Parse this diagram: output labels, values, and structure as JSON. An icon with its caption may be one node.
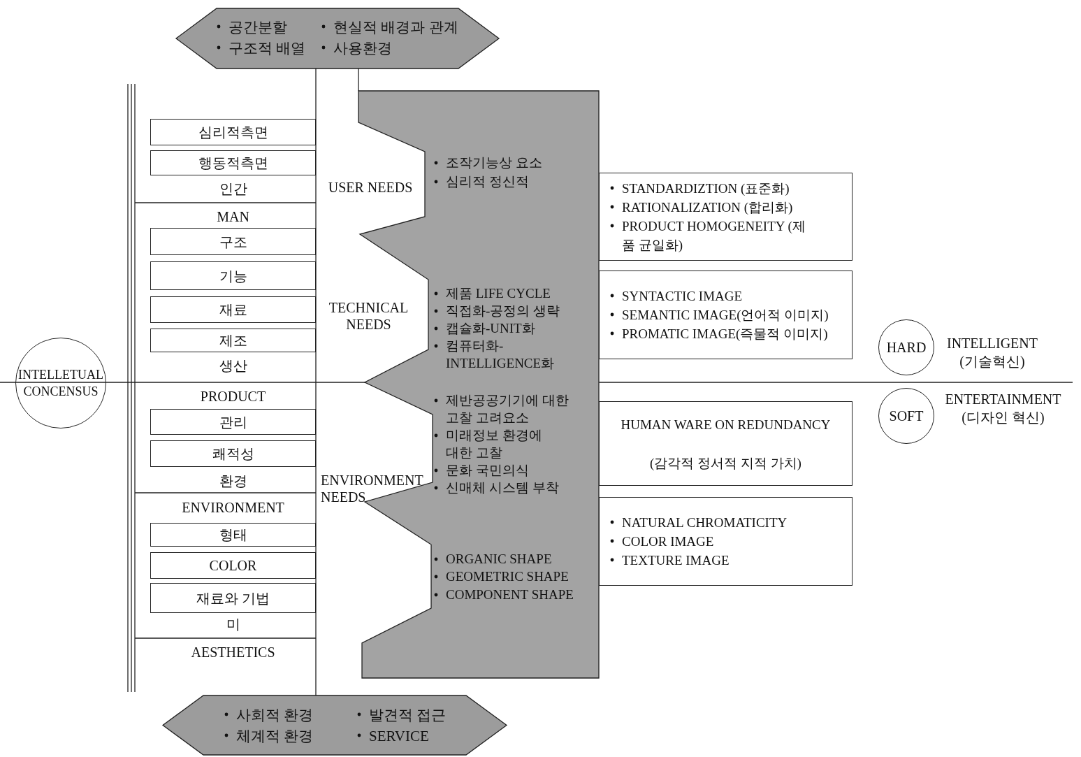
{
  "diagram": {
    "nodes": [
      {
        "text": [
          "공간분할",
          "현실적 배경과 관계",
          "구조적 배열",
          "사용환경"
        ]
      },
      {
        "text": [
          "심리적측면"
        ]
      },
      {
        "text": [
          "행동적측면"
        ]
      },
      {
        "text": [
          "구조"
        ]
      },
      {
        "text": [
          "기능"
        ]
      },
      {
        "text": [
          "재료"
        ]
      },
      {
        "text": [
          "제조"
        ]
      },
      {
        "text": [
          "관리"
        ]
      },
      {
        "text": [
          "쾌적성"
        ]
      },
      {
        "text": [
          "형태"
        ]
      },
      {
        "text": [
          "COLOR"
        ]
      },
      {
        "text": [
          "재료와 기법"
        ]
      },
      {
        "text": [
          "조작기능상 요소",
          "심리적 정신적",
          "제품 LIFE CYCLE",
          "직접화-공정의 생략",
          "캡슐화-UNIT화",
          "컴퓨터화- INTELLIGENCE화",
          "제반공공기기에 대한 고찰 고려요소",
          "미래정보 환경에 대한 고찰",
          "문화 국민의식",
          "신매체 시스템 부착",
          "ORGANIC SHAPE",
          "GEOMETRIC SHAPE",
          "COMPONENT SHAPE"
        ]
      },
      {
        "text": [
          "STANDARDIZTION (표준화)",
          "RATIONALIZATION (합리화)",
          "PRODUCT HOMOGENEITY (제품 균일화)"
        ]
      },
      {
        "text": [
          "SYNTACTIC IMAGE",
          "SEMANTIC IMAGE(언어적 이미지)",
          "PROMATIC IMAGE(즉물적 이미지)"
        ]
      },
      {
        "text": [
          "HUMAN WARE ON REDUNDANCY",
          "(감각적 정서적 지적 가치)"
        ]
      },
      {
        "text": [
          "NATURAL CHROMATICITY",
          "COLOR IMAGE",
          "TEXTURE IMAGE"
        ]
      },
      {
        "text": [
          "INTELLETUAL CONCENSUS"
        ]
      },
      {
        "text": [
          "HARD"
        ],
        "beside": [
          "INTELLIGENT (기술혁신)"
        ]
      },
      {
        "text": [
          "SOFT"
        ],
        "beside": [
          "ENTERTAINMENT (디자인 혁신)"
        ]
      },
      {
        "text": [
          "사회적 환경",
          "발견적 접근",
          "체계적 환경",
          "SERVICE"
        ]
      }
    ],
    "labels": [
      "인간",
      "MAN",
      "생산",
      "PRODUCT",
      "환경",
      "ENVIRONMENT",
      "미",
      "AESTHETICS",
      "USER NEEDS",
      "TECHNICAL NEEDS",
      "ENVIRONMENT NEEDS"
    ]
  }
}
